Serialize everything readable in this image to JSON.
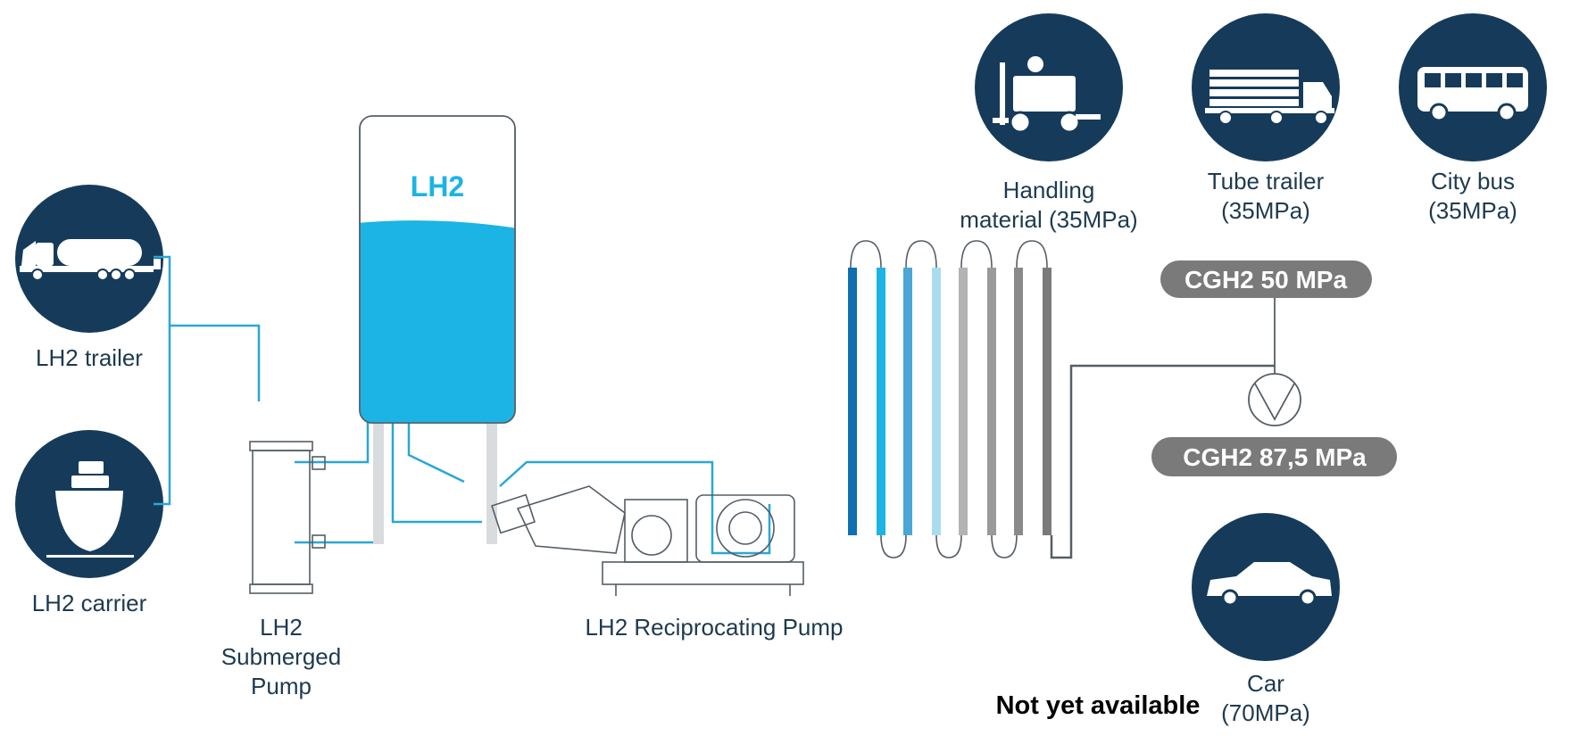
{
  "colors": {
    "navy": "#163b5a",
    "cyan": "#1bb4e4",
    "pipe": "#2aa7d6",
    "gray_line": "#555e66",
    "pill_gray": "#7a7a7a",
    "label": "#1d3a4f"
  },
  "tank": {
    "label": "LH2"
  },
  "sources": [
    {
      "label": "LH2 trailer",
      "icon": "tanker-truck-icon"
    },
    {
      "label": "LH2 carrier",
      "icon": "ship-icon"
    }
  ],
  "submerged_pump": {
    "label_lines": [
      "LH2",
      "Submerged",
      "Pump"
    ]
  },
  "reciprocating_pump": {
    "label": "LH2 Reciprocating Pump"
  },
  "consumers": [
    {
      "label_lines": [
        "Handling",
        "material (35MPa)"
      ],
      "icon": "forklift-icon"
    },
    {
      "label_lines": [
        "Tube trailer",
        "(35MPa)"
      ],
      "icon": "tube-trailer-icon"
    },
    {
      "label_lines": [
        "City bus",
        "(35MPa)"
      ],
      "icon": "bus-icon"
    },
    {
      "label_lines": [
        "Car",
        "(70MPa)"
      ],
      "icon": "car-icon"
    }
  ],
  "pressure_levels": [
    "CGH2 50 MPa",
    "CGH2 87,5 MPa"
  ],
  "note": "Not yet available"
}
